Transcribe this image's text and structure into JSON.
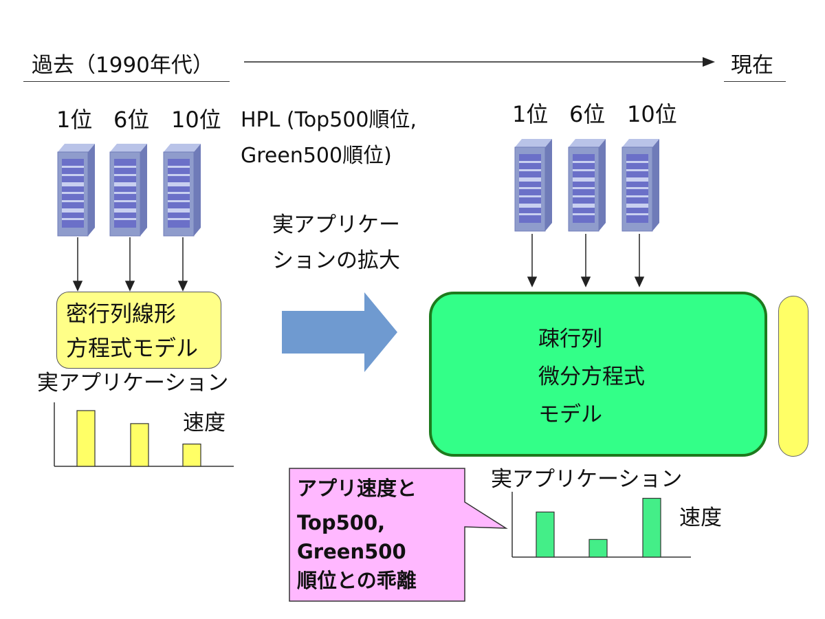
{
  "timeline": {
    "past_label": "過去（1990年代）",
    "present_label": "現在"
  },
  "left": {
    "ranks": [
      "1位",
      "6位",
      "10位"
    ],
    "hpl_line1": "HPL (Top500順位,",
    "hpl_line2": "Green500順位)",
    "model_line1": "密行列線形",
    "model_line2": "方程式モデル",
    "app_label": "実アプリケーション",
    "speed_label": "速度"
  },
  "middle": {
    "expansion_line1": "実アプリケー",
    "expansion_line2": "ションの拡大"
  },
  "right": {
    "ranks": [
      "1位",
      "6位",
      "10位"
    ],
    "model_line1": "疎行列",
    "model_line2": "微分方程式",
    "model_line3": "モデル",
    "app_label": "実アプリケーション",
    "speed_label": "速度"
  },
  "callout": {
    "line1": "アプリ速度と",
    "line2": "Top500,",
    "line3": "Green500",
    "line4": "順位との乖離"
  },
  "charts": [
    {
      "type": "bar",
      "name": "left-speed-chart",
      "values": [
        3.0,
        2.3,
        1.2
      ],
      "color": "#ffff66"
    },
    {
      "type": "bar",
      "name": "right-speed-chart",
      "values": [
        2.3,
        0.9,
        3.0
      ],
      "color": "#44ee88"
    }
  ],
  "colors": {
    "server_body": "#8f9ccc",
    "server_stripe": "#6b70c8",
    "yellow_box": "#ffff88",
    "green_box": "#33ff88",
    "green_border": "#1d7a1d",
    "big_arrow": "#6f9ad0",
    "callout_fill": "#ffb8ff"
  }
}
